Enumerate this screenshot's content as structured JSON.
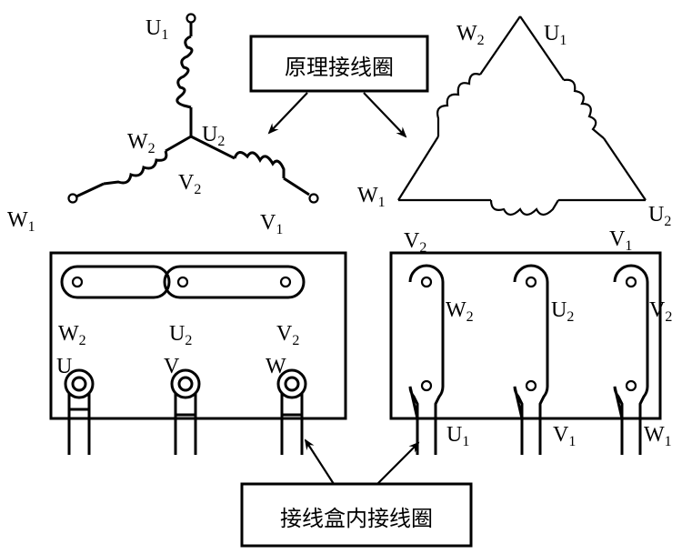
{
  "title_top": "原理接线圈",
  "title_bottom": "接线盒内接线圈",
  "star": {
    "labels": {
      "U1": {
        "main": "U",
        "sub": "1"
      },
      "U2": {
        "main": "U",
        "sub": "2"
      },
      "V1": {
        "main": "V",
        "sub": "1"
      },
      "V2": {
        "main": "V",
        "sub": "2"
      },
      "W1": {
        "main": "W",
        "sub": "1"
      },
      "W2": {
        "main": "W",
        "sub": "2"
      }
    }
  },
  "delta": {
    "labels": {
      "W2": {
        "main": "W",
        "sub": "2"
      },
      "U1": {
        "main": "U",
        "sub": "1"
      },
      "W1": {
        "main": "W",
        "sub": "1"
      },
      "U2": {
        "main": "U",
        "sub": "2"
      },
      "V2": {
        "main": "V",
        "sub": "2"
      },
      "V1": {
        "main": "V",
        "sub": "1"
      }
    }
  },
  "box_star": {
    "top_labels": [
      {
        "main": "W",
        "sub": "2"
      },
      {
        "main": "U",
        "sub": "2"
      },
      {
        "main": "V",
        "sub": "2"
      }
    ],
    "terminal_labels": [
      "U",
      "V",
      "W"
    ]
  },
  "box_delta": {
    "side_labels": [
      {
        "main": "W",
        "sub": "2"
      },
      {
        "main": "U",
        "sub": "2"
      },
      {
        "main": "V",
        "sub": "2"
      }
    ],
    "bottom_labels": [
      {
        "main": "U",
        "sub": "1"
      },
      {
        "main": "V",
        "sub": "1"
      },
      {
        "main": "W",
        "sub": "1"
      }
    ]
  }
}
